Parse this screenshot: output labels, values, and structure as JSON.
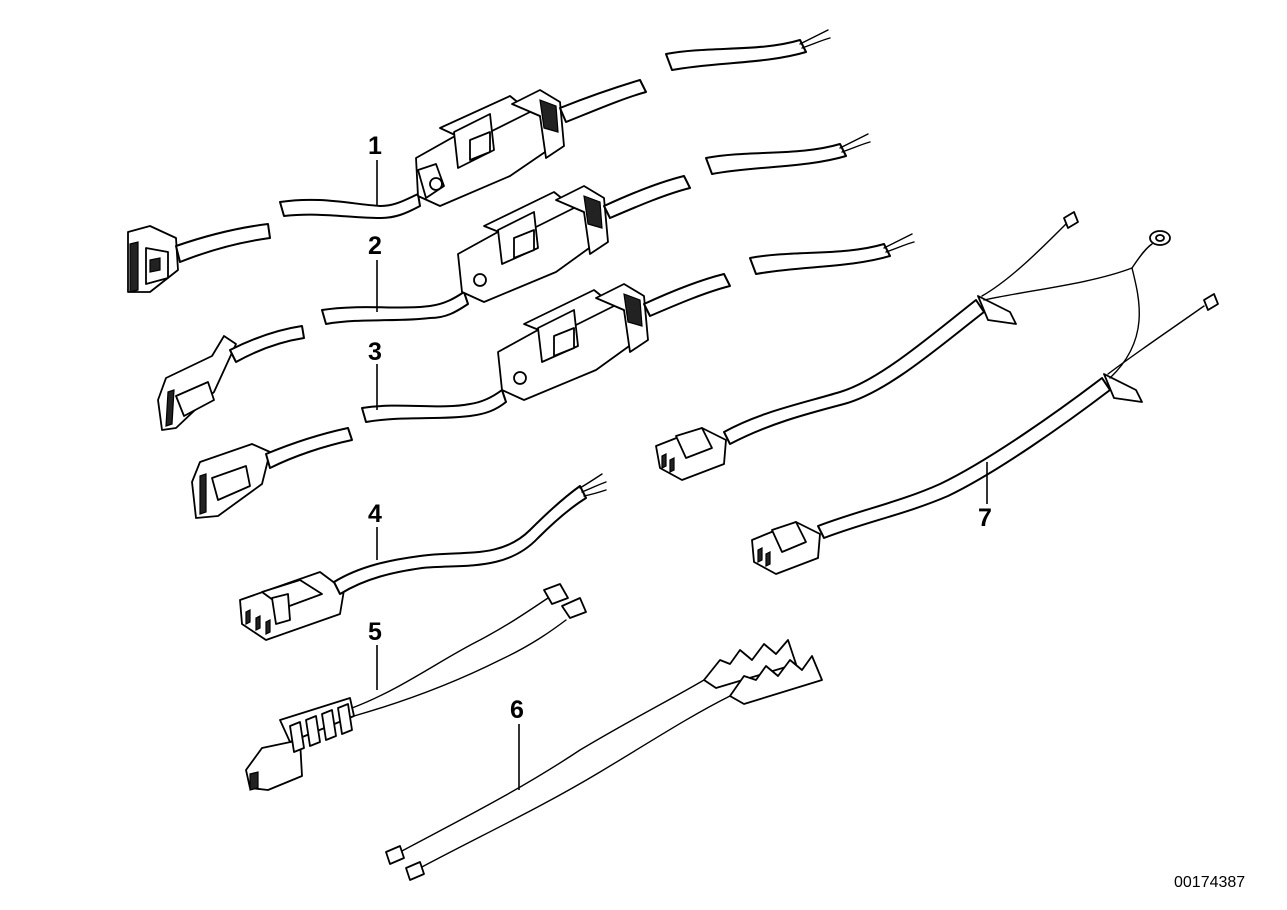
{
  "callouts": [
    {
      "label": "1"
    },
    {
      "label": "2"
    },
    {
      "label": "3"
    },
    {
      "label": "4"
    },
    {
      "label": "5"
    },
    {
      "label": "6"
    },
    {
      "label": "7"
    }
  ],
  "document_id": "00174387"
}
